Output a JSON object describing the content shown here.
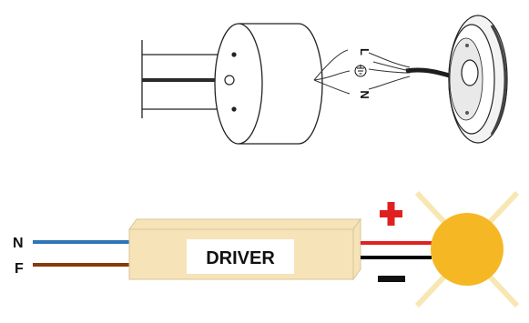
{
  "top_diagram": {
    "terminal_labels": {
      "live": "L",
      "neutral": "N"
    },
    "ground_symbol": "earth-ground-symbol"
  },
  "bottom_diagram": {
    "input_labels": {
      "neutral": "N",
      "feed": "F"
    },
    "driver_label": "DRIVER",
    "polarity": {
      "positive": "+",
      "negative": "−"
    },
    "colors": {
      "neutral_wire": "#2e75b6",
      "feed_wire": "#843c0c",
      "positive_wire": "#e02020",
      "negative_wire": "#000000",
      "driver_body": "#f6e3b8",
      "lamp": "#f5b824",
      "lamp_rays": "#f7e7b3",
      "plus_sign": "#e02020"
    }
  }
}
